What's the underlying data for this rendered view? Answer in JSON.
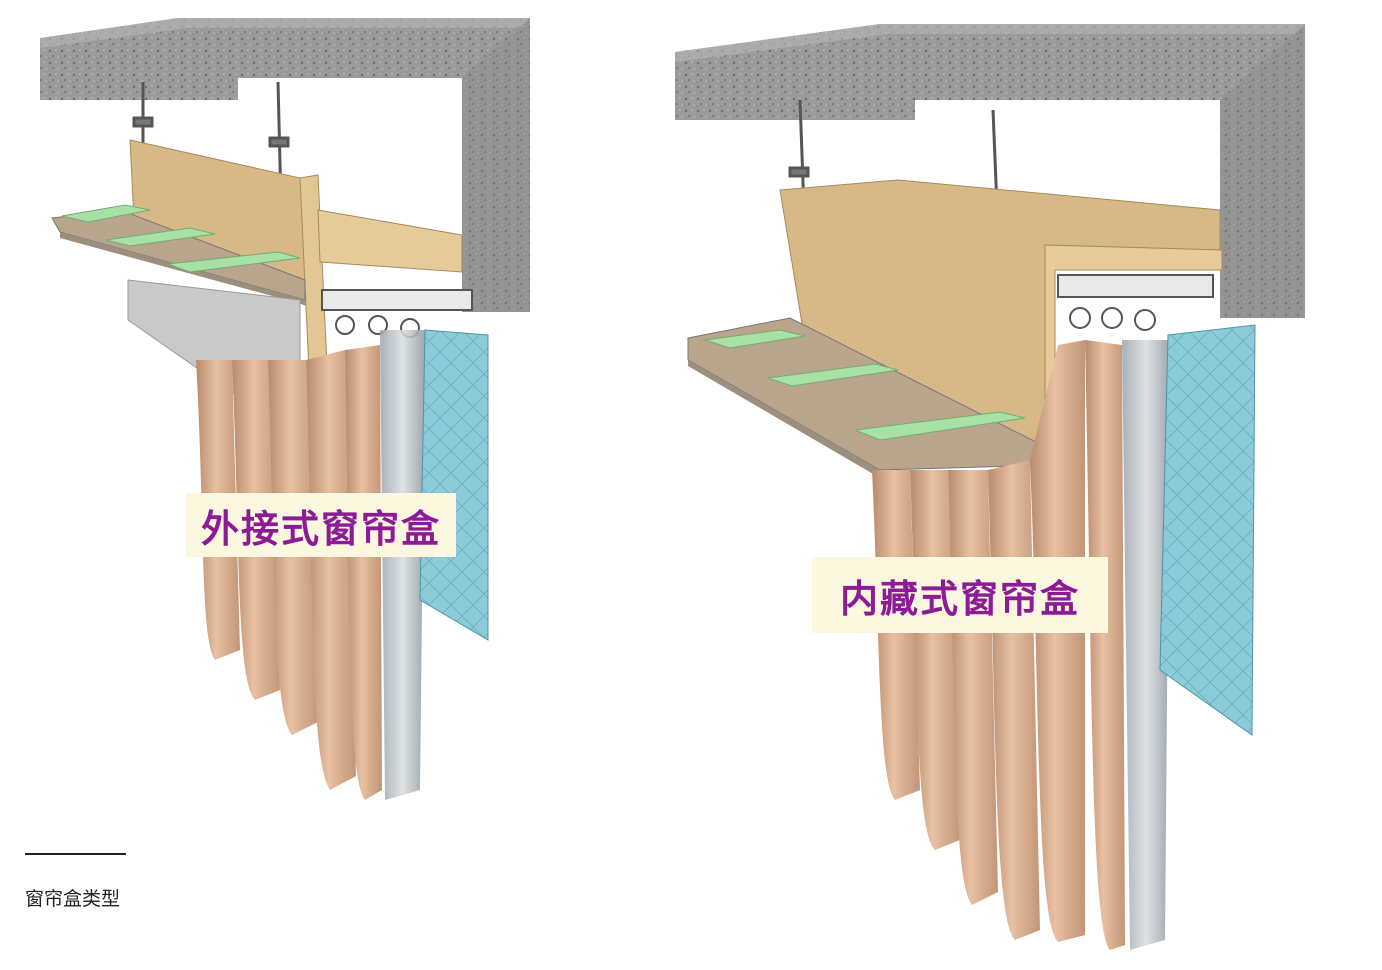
{
  "diagrams": [
    {
      "label": "外接式窗帘盒"
    },
    {
      "label": "内藏式窗帘盒"
    }
  ],
  "caption": "窗帘盒类型",
  "colors": {
    "concrete": "#9a9a9a",
    "wood": "#d7b987",
    "drywall": "#c9c9c9",
    "insulation": "#a8e0a6",
    "curtain": "#dcae8c",
    "glass": "#8ccbd8",
    "label_text": "#8d1a96",
    "label_bg": "#fbf8df"
  }
}
